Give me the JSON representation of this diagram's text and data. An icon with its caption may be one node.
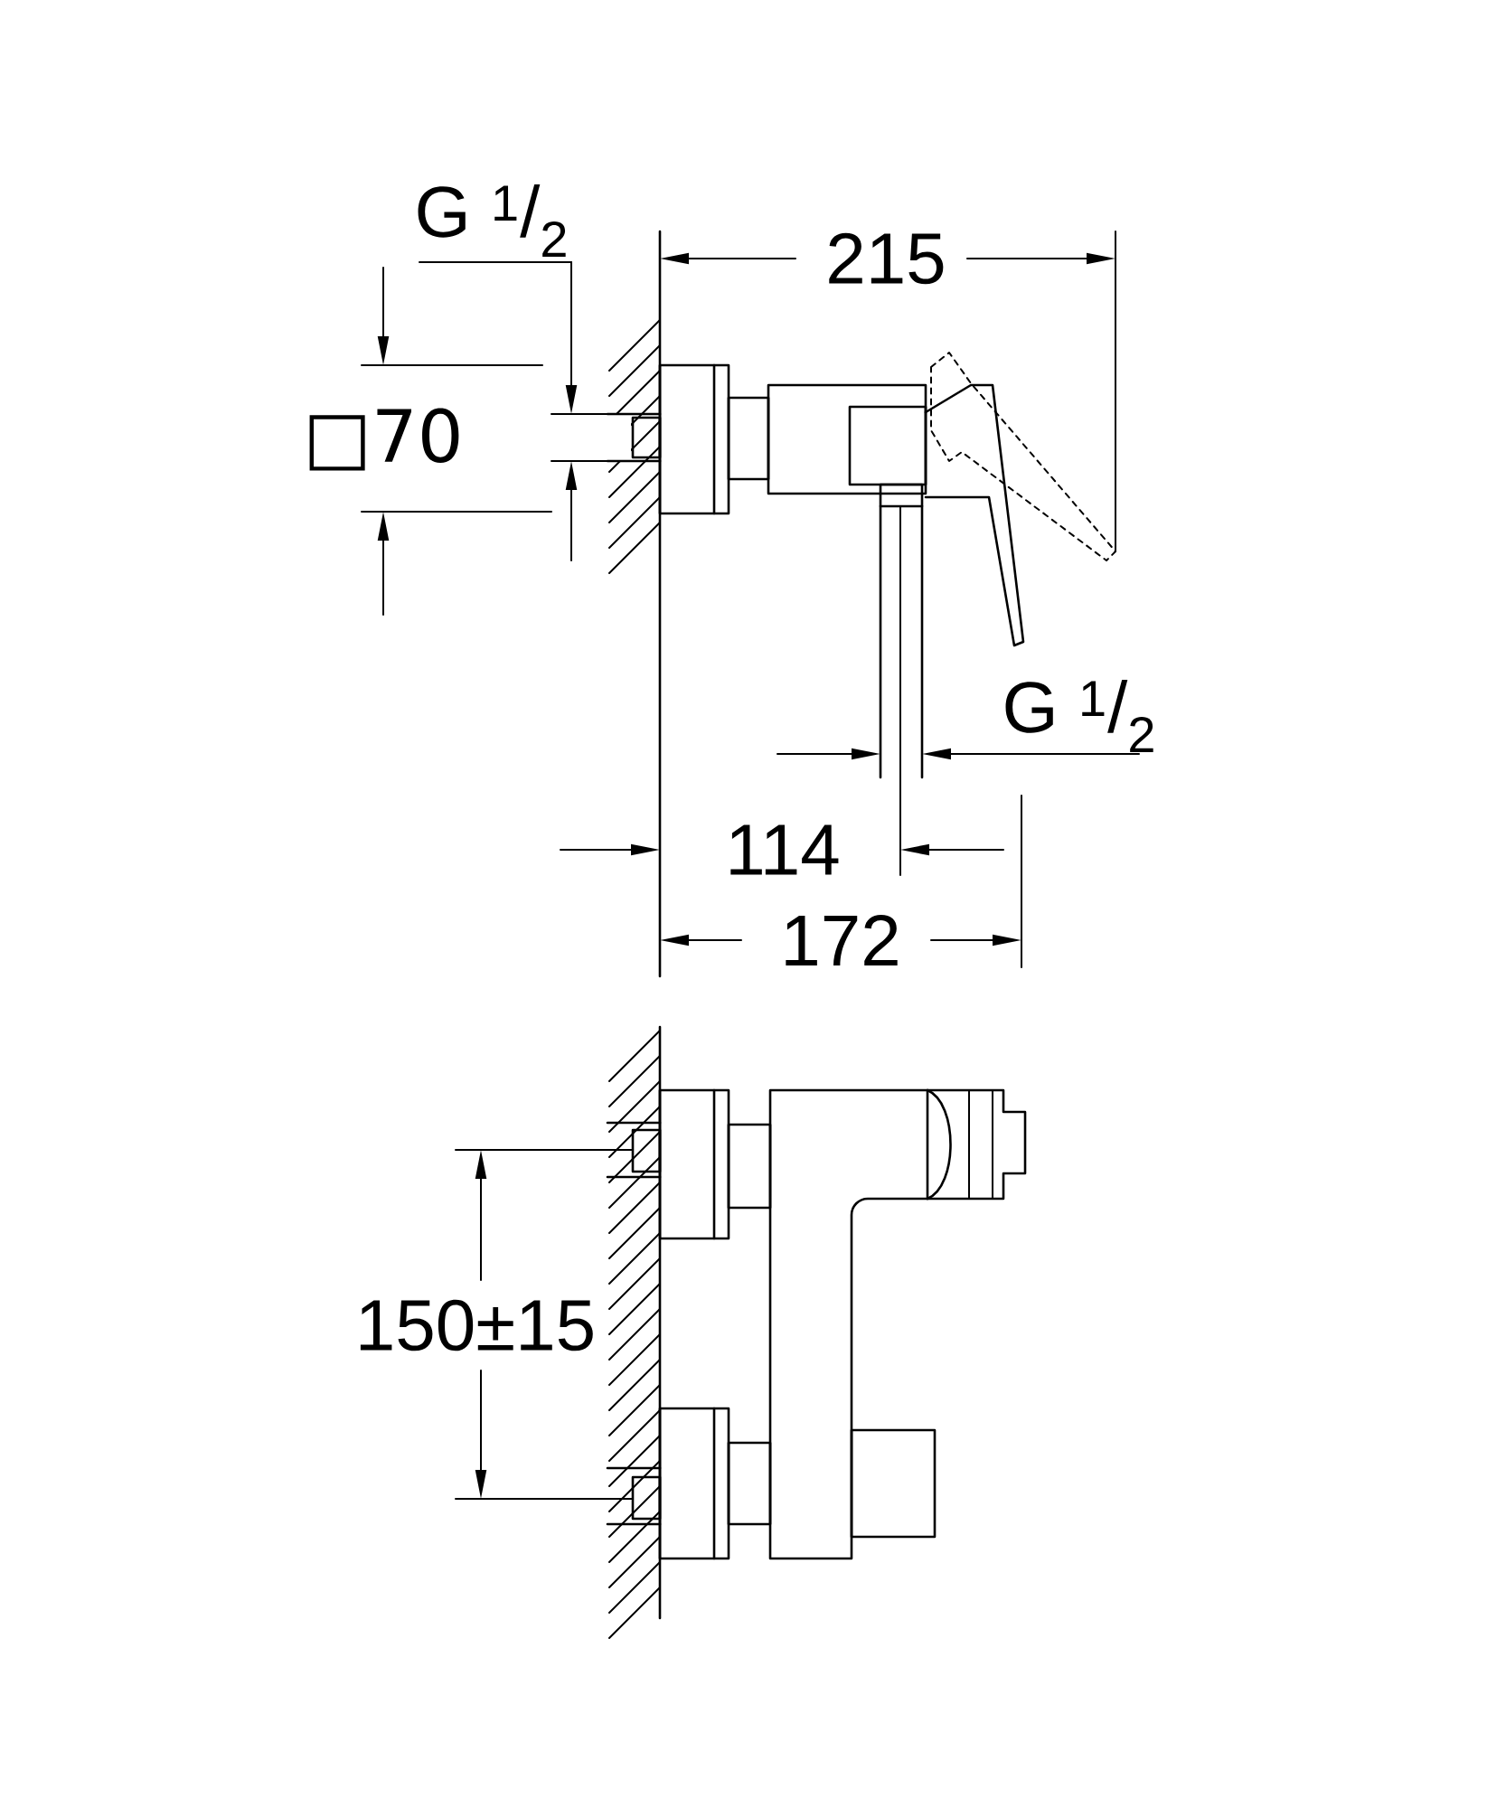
{
  "diagram": {
    "labels": [
      "G $^{1}$/$_{2}$",
      "215",
      "□70",
      "G $^{1}$/$_{2}$",
      "114",
      "172",
      "150±15"
    ]
  }
}
